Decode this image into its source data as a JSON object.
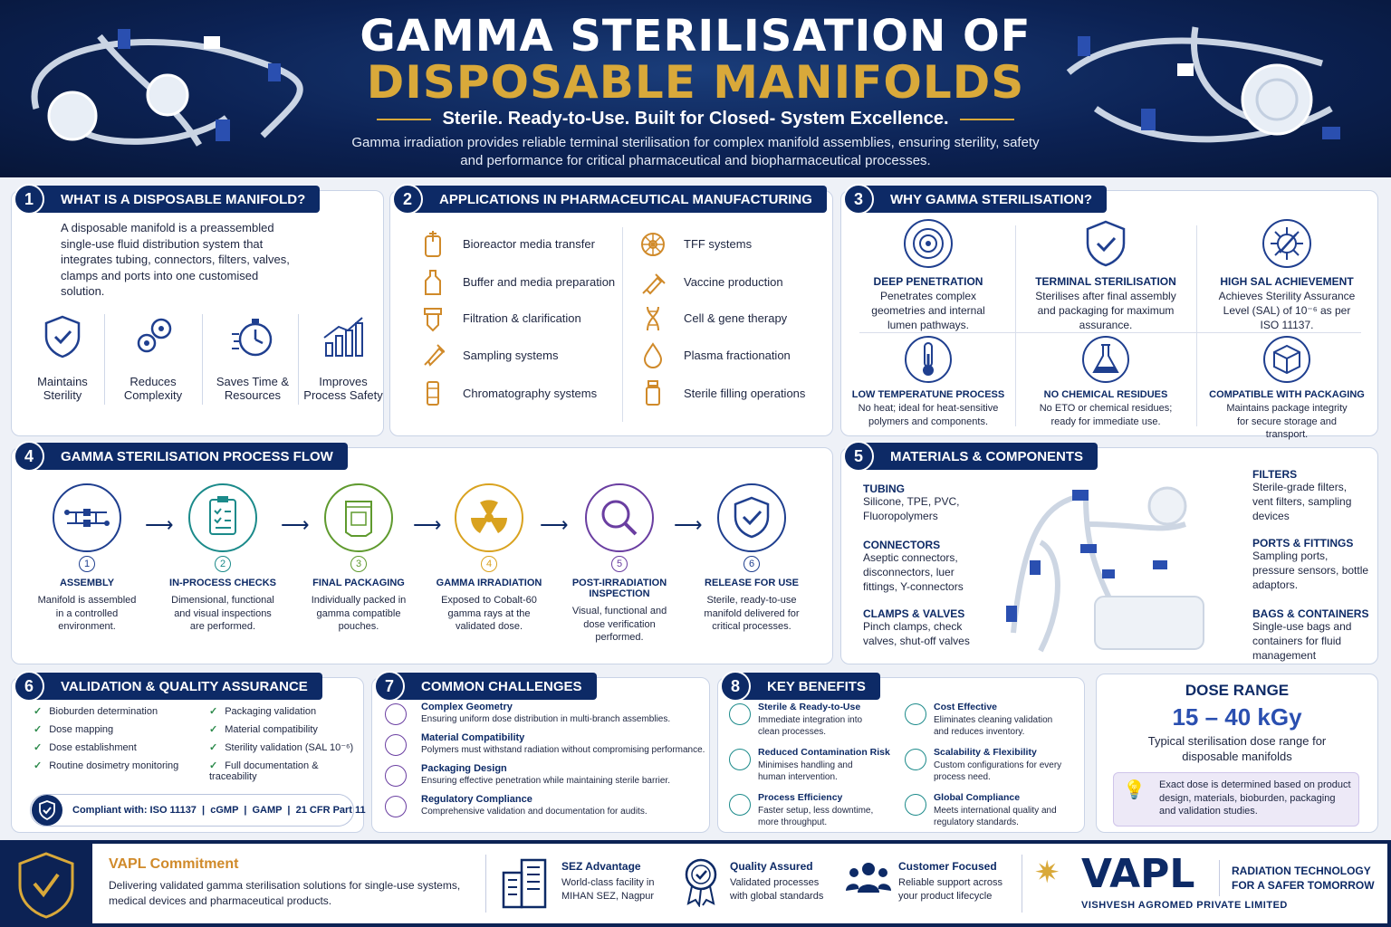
{
  "hero": {
    "title_line1": "GAMMA STERILISATION OF",
    "title_line2": "DISPOSABLE MANIFOLDS",
    "tagline": "Sterile. Ready-to-Use. Built for Closed- System Excellence.",
    "description": "Gamma irradiation provides reliable terminal sterilisation for complex manifold assemblies, ensuring sterility, safety and performance for critical pharmaceutical and biopharmaceutical processes."
  },
  "s1": {
    "num": "1",
    "title": "WHAT IS A DISPOSABLE MANIFOLD?",
    "body": "A disposable manifold is a preassembled single-use fluid distribution system that integrates tubing, connectors, filters, valves, clamps and ports into one customised solution.",
    "features": [
      {
        "label": "Maintains Sterility",
        "icon": "shield-check-icon"
      },
      {
        "label": "Reduces Complexity",
        "icon": "gears-icon"
      },
      {
        "label": "Saves Time & Resources",
        "icon": "stopwatch-icon"
      },
      {
        "label": "Improves Process Safety",
        "icon": "growth-chart-icon"
      }
    ]
  },
  "s2": {
    "num": "2",
    "title": "APPLICATIONS IN PHARMACEUTICAL MANUFACTURING",
    "left": [
      {
        "label": "Bioreactor media transfer",
        "icon": "bioreactor-icon"
      },
      {
        "label": "Buffer and media preparation",
        "icon": "bottle-icon"
      },
      {
        "label": "Filtration & clarification",
        "icon": "filter-icon"
      },
      {
        "label": "Sampling systems",
        "icon": "syringe-icon"
      },
      {
        "label": "Chromatography systems",
        "icon": "column-icon"
      }
    ],
    "right": [
      {
        "label": "TFF systems",
        "icon": "tff-icon"
      },
      {
        "label": "Vaccine production",
        "icon": "vaccine-icon"
      },
      {
        "label": "Cell & gene therapy",
        "icon": "dna-icon"
      },
      {
        "label": "Plasma fractionation",
        "icon": "drop-icon"
      },
      {
        "label": "Sterile filling operations",
        "icon": "vial-icon"
      }
    ]
  },
  "s3": {
    "num": "3",
    "title": "WHY GAMMA STERILISATION?",
    "items": [
      {
        "title": "DEEP PENETRATION",
        "text": "Penetrates complex geometries and internal lumen pathways.",
        "icon": "target-icon"
      },
      {
        "title": "TERMINAL STERILISATION",
        "text": "Sterilises after final assembly and packaging for maximum assurance.",
        "icon": "shield-check-icon"
      },
      {
        "title": "HIGH SAL ACHIEVEMENT",
        "text": "Achieves Sterility Assurance Level (SAL) of 10⁻⁶ as per ISO 11137.",
        "icon": "virus-icon"
      },
      {
        "title": "LOW TEMPERATUNE PROCESS",
        "text": "No heat; ideal for heat-sensitive polymers and components.",
        "icon": "thermometer-icon"
      },
      {
        "title": "NO CHEMICAL RESIDUES",
        "text": "No ETO or chemical residues; ready for immediate use.",
        "icon": "flask-icon"
      },
      {
        "title": "COMPATIBLE WITH PACKAGING",
        "text": "Maintains package integrity for secure storage and transport.",
        "icon": "box-icon"
      }
    ]
  },
  "s4": {
    "num": "4",
    "title": "GAMMA STERILISATION PROCESS FLOW",
    "steps": [
      {
        "n": "1",
        "title": "ASSEMBLY",
        "text": "Manifold is assembled in a controlled environment.",
        "icon": "assembly-icon",
        "color": "#1f3f8f"
      },
      {
        "n": "2",
        "title": "IN-PROCESS CHECKS",
        "text": "Dimensional, functional and visual inspections are performed.",
        "icon": "clipboard-icon",
        "color": "#1b8a8a"
      },
      {
        "n": "3",
        "title": "FINAL PACKAGING",
        "text": "Individually packed in gamma compatible pouches.",
        "icon": "pouch-icon",
        "color": "#5f9a2e"
      },
      {
        "n": "4",
        "title": "GAMMA IRRADIATION",
        "text": "Exposed to Cobalt-60 gamma rays at the validated dose.",
        "icon": "radiation-icon",
        "color": "#d9a21f"
      },
      {
        "n": "5",
        "title": "POST-IRRADIATION INSPECTION",
        "text": "Visual, functional and dose verification performed.",
        "icon": "magnifier-icon",
        "color": "#6a3ea1"
      },
      {
        "n": "6",
        "title": "RELEASE FOR USE",
        "text": "Sterile, ready-to-use manifold delivered for critical processes.",
        "icon": "shield-check-icon",
        "color": "#1f3f8f"
      }
    ]
  },
  "s5": {
    "num": "5",
    "title": "MATERIALS & COMPONENTS",
    "left": [
      {
        "title": "TUBING",
        "text": "Silicone, TPE, PVC, Fluoropolymers"
      },
      {
        "title": "CONNECTORS",
        "text": "Aseptic connectors, disconnectors, luer fittings, Y-connectors"
      },
      {
        "title": "CLAMPS & VALVES",
        "text": "Pinch clamps, check valves, shut-off valves"
      }
    ],
    "right": [
      {
        "title": "FILTERS",
        "text": "Sterile-grade filters, vent filters, sampling devices"
      },
      {
        "title": "PORTS & FITTINGS",
        "text": "Sampling ports, pressure sensors, bottle adaptors."
      },
      {
        "title": "BAGS & CONTAINERS",
        "text": "Single-use bags and containers for fluid management"
      }
    ]
  },
  "s6": {
    "num": "6",
    "title": "VALIDATION & QUALITY ASSURANCE",
    "left": [
      "Bioburden determination",
      "Dose mapping",
      "Dose establishment",
      "Routine dosimetry monitoring"
    ],
    "right": [
      "Packaging validation",
      "Material compatibility",
      "Sterility validation (SAL 10⁻⁶)",
      "Full documentation & traceability"
    ],
    "compliance": "Compliant with: ISO 11137  |  cGMP  |  GAMP  |  21 CFR Part 11"
  },
  "s7": {
    "num": "7",
    "title": "COMMON CHALLENGES",
    "items": [
      {
        "title": "Complex Geometry",
        "text": "Ensuring uniform dose distribution in multi-branch assemblies.",
        "icon": "geometry-icon"
      },
      {
        "title": "Material Compatibility",
        "text": "Polymers must withstand radiation without compromising performance.",
        "icon": "polymer-icon"
      },
      {
        "title": "Packaging Design",
        "text": "Ensuring effective penetration while maintaining sterile barrier.",
        "icon": "package-icon"
      },
      {
        "title": "Regulatory Compliance",
        "text": "Comprehensive validation and documentation for audits.",
        "icon": "document-icon"
      }
    ]
  },
  "s8": {
    "num": "8",
    "title": "KEY BENEFITS",
    "items": [
      {
        "title": "Sterile & Ready-to-Use",
        "text": "Immediate integration into clean processes.",
        "icon": "shield-check-icon"
      },
      {
        "title": "Cost Effective",
        "text": "Eliminates cleaning validation and reduces inventory.",
        "icon": "coin-icon"
      },
      {
        "title": "Reduced Contamination Risk",
        "text": "Minimises handling and human intervention.",
        "icon": "flask-icon"
      },
      {
        "title": "Scalability & Flexibility",
        "text": "Custom configurations for every process need.",
        "icon": "network-icon"
      },
      {
        "title": "Process Efficiency",
        "text": "Faster setup, less downtime, more throughput.",
        "icon": "speedometer-icon"
      },
      {
        "title": "Global Compliance",
        "text": "Meets international quality and regulatory standards.",
        "icon": "globe-icon"
      }
    ]
  },
  "dose": {
    "title": "DOSE RANGE",
    "value": "15 – 40 kGy",
    "subtitle": "Typical sterilisation dose range for disposable manifolds",
    "note": "Exact dose is determined based on product design, materials, bioburden, packaging and validation studies."
  },
  "footer": {
    "commit_title": "VAPL Commitment",
    "commit_text": "Delivering validated gamma sterilisation solutions for single-use systems, medical devices and pharmaceutical products.",
    "items": [
      {
        "title": "SEZ Advantage",
        "text": "World-class facility in MIHAN SEZ, Nagpur",
        "icon": "building-icon"
      },
      {
        "title": "Quality Assured",
        "text": "Validated processes with global standards",
        "icon": "award-icon"
      },
      {
        "title": "Customer Focused",
        "text": "Reliable support across your product lifecycle",
        "icon": "people-icon"
      }
    ],
    "brand": "VAPL",
    "brand_full": "VISHVESH AGROMED PRIVATE LIMITED",
    "slogan": "RADIATION TECHNOLOGY FOR A SAFER TOMORROW"
  },
  "colors": {
    "navy": "#0d2a66",
    "gold": "#d9a93a",
    "icon_orange": "#d08a2a"
  }
}
